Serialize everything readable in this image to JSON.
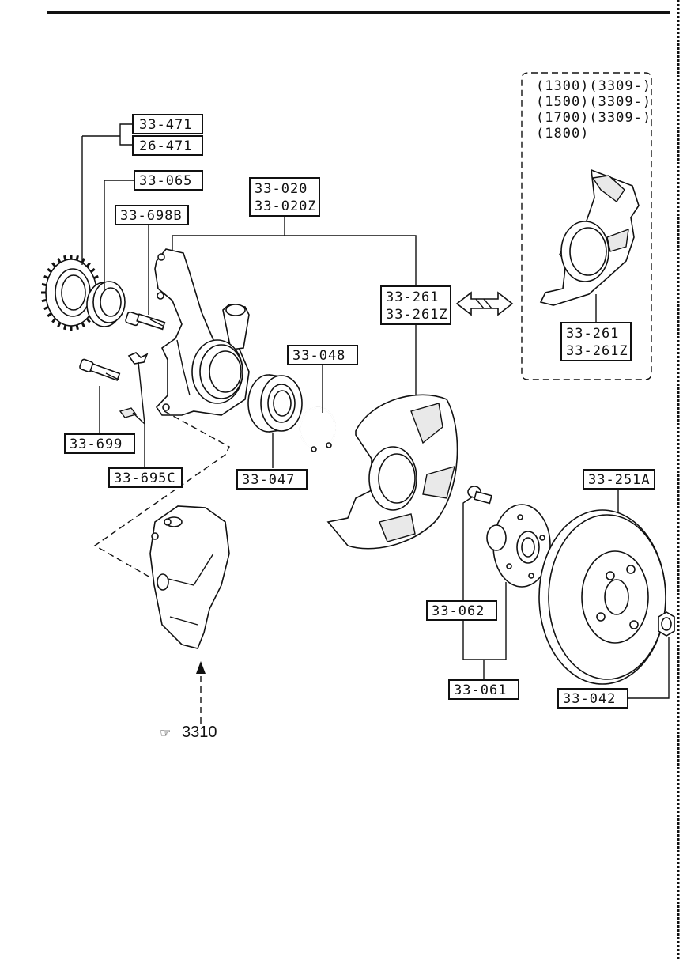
{
  "callouts": {
    "c_33_471": "33-471",
    "c_26_471": "26-471",
    "c_33_065": "33-065",
    "c_33_698b": "33-698B",
    "c_33_020": "33-020",
    "c_33_020z": "33-020Z",
    "c_33_261": "33-261",
    "c_33_261z": "33-261Z",
    "c_33_048": "33-048",
    "c_33_699": "33-699",
    "c_33_695c": "33-695C",
    "c_33_047": "33-047",
    "c_33_251a": "33-251A",
    "c_33_062": "33-062",
    "c_33_061": "33-061",
    "c_33_042": "33-042",
    "inset_33_261": "33-261",
    "inset_33_261z": "33-261Z"
  },
  "inset": {
    "line1": "(1300)(3309-)",
    "line2": "(1500)(3309-)",
    "line3": "(1700)(3309-)",
    "line4": "(1800)"
  },
  "reference": {
    "symbol": "☞",
    "page": "3310"
  }
}
